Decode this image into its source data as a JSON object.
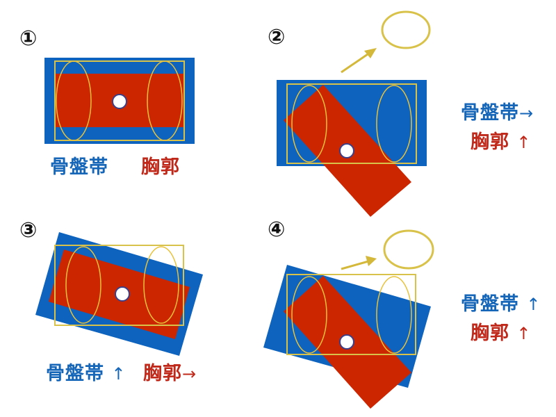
{
  "colors": {
    "pelvis_blue": "#0d63be",
    "thorax_red": "#cc2600",
    "frame_yellow": "#d9c24a",
    "label_blue": "#1565b8",
    "label_red": "#c0281a"
  },
  "panels": [
    {
      "number": "①",
      "labels": {
        "pelvis": "骨盤帯",
        "pelvis_arrow": "",
        "thorax": "胸郭",
        "thorax_arrow": ""
      }
    },
    {
      "number": "②",
      "labels": {
        "pelvis": "骨盤帯",
        "pelvis_arrow": "→",
        "thorax": "胸郭",
        "thorax_arrow": "↑"
      }
    },
    {
      "number": "③",
      "labels": {
        "pelvis": "骨盤帯",
        "pelvis_arrow": "↑",
        "thorax": "胸郭",
        "thorax_arrow": "→"
      }
    },
    {
      "number": "④",
      "labels": {
        "pelvis": "骨盤帯",
        "pelvis_arrow": "↑",
        "thorax": "胸郭",
        "thorax_arrow": "↑"
      }
    }
  ]
}
